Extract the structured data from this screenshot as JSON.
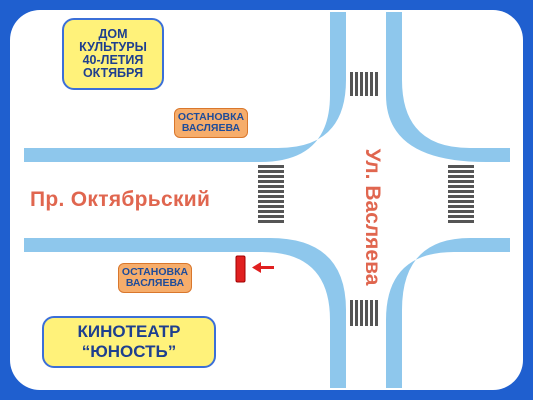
{
  "landmarks": {
    "dk": [
      "ДОМ",
      "КУЛЬТУРЫ",
      "40-ЛЕТИЯ",
      "ОКТЯБРЯ"
    ],
    "kino": [
      "КИНОТЕАТР",
      "“ЮНОСТЬ”"
    ]
  },
  "stops": {
    "top": [
      "ОСТАНОВКА",
      "ВАСЛЯЕВА"
    ],
    "bottom": [
      "ОСТАНОВКА",
      "ВАСЛЯЕВА"
    ]
  },
  "streets": {
    "avenue": "Пр. Октябрьский",
    "street": "Ул. Васляева"
  },
  "colors": {
    "frame": "#1f5fcf",
    "ground": "#ffffff",
    "road": "#8ec7ec",
    "landmark_fill": "#fff27a",
    "stop_fill": "#f6ad6b",
    "street_text": "#e0664f",
    "marker": "#e02020"
  },
  "icons": {
    "bus_stop_marker": "red-bar-icon",
    "direction_arrow": "left-arrow-icon"
  }
}
